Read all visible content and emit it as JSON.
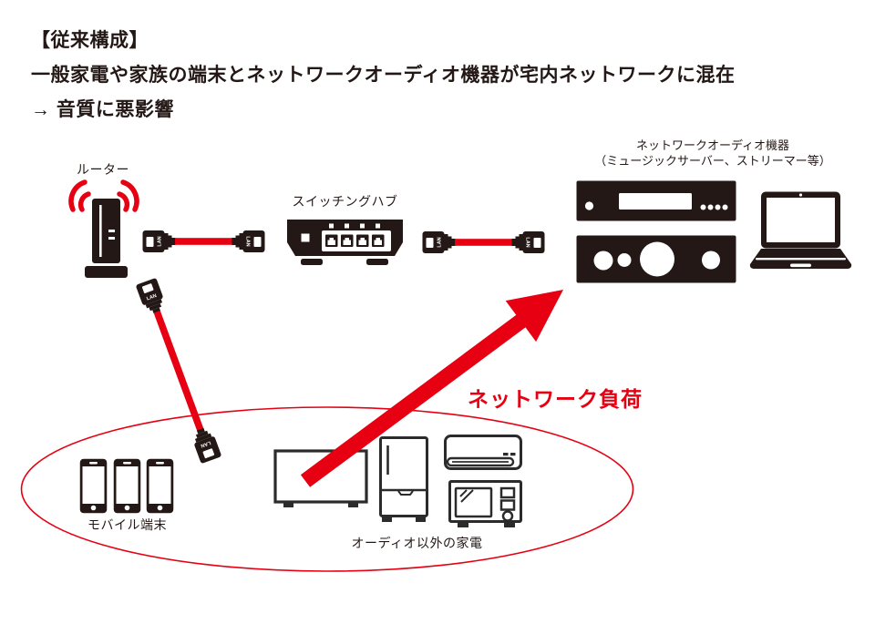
{
  "header": {
    "title": "【従来構成】",
    "line1": "一般家電や家族の端末とネットワークオーディオ機器が宅内ネットワークに混在",
    "line2": "→ 音質に悪影響"
  },
  "labels": {
    "router": "ルーター",
    "hub": "スイッチングハブ",
    "audio_line1": "ネットワークオーディオ機器",
    "audio_line2": "（ミュージックサーバー、ストリーマー等）",
    "mobile": "モバイル端末",
    "appliances": "オーディオ以外の家電"
  },
  "annotations": {
    "network_load": "ネットワーク負荷"
  },
  "cables": {
    "connector_label": "LAN"
  },
  "colors": {
    "icon_black": "#231815",
    "accent_red": "#e60012",
    "appliance_outline": "#2b2b2b",
    "background": "#ffffff"
  }
}
